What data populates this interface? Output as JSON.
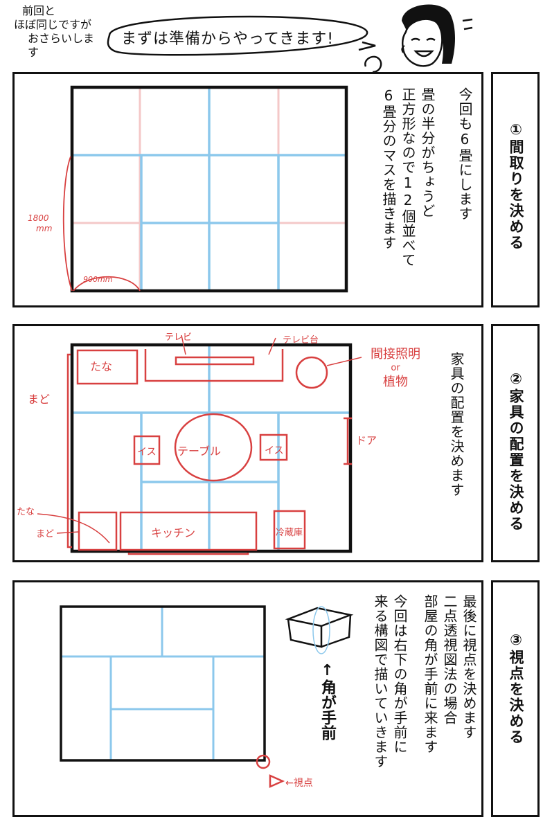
{
  "header": {
    "intro_lines": [
      "前回と",
      "ほぼ同じですが",
      "おさらいします"
    ],
    "bubble": "まずは準備からやってきます!"
  },
  "steps": [
    {
      "label": "①間取りを決める",
      "lines": [
        "今回も6畳にします",
        "畳の半分がちょうど",
        "正方形なので12個並べて",
        "6畳分のマスを描きます"
      ],
      "dim_height": "1800",
      "dim_height_unit": "mm",
      "dim_width": "900mm"
    },
    {
      "label": "②家具の配置を決める",
      "lines": [
        "家具の配置を決めます"
      ],
      "furniture": {
        "shelf_top": "たな",
        "tv": "テレビ",
        "tv_stand": "テレビ台",
        "lamp": "間接照明",
        "lamp_or": "or",
        "plant": "植物",
        "window_left": "まど",
        "door": "ドア",
        "chair_left": "イス",
        "table": "テーブル",
        "chair_right": "イス",
        "shelf_bottom": "たな",
        "window_bottom": "まど",
        "kitchen": "キッチン",
        "fridge": "冷蔵庫"
      }
    },
    {
      "label": "③視点を決める",
      "lines": [
        "最後に視点を決めます",
        "二点透視図法の場合",
        "部屋の角が手前に来ます",
        "今回は右下の角が手前に",
        "来る構図で描いていきます"
      ],
      "corner_note": "↑角が手前",
      "viewpoint": "←視点"
    }
  ],
  "colors": {
    "line_black": "#111111",
    "grid_blue": "#8cc8ec",
    "grid_pink": "#f4c8c8",
    "annot_red": "#d84040"
  }
}
